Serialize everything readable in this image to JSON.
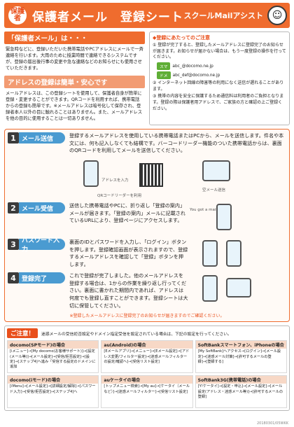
{
  "header": {
    "badge": "保護者",
    "title": "保護者メール　登録シート",
    "brand": "スクールMailアシスト"
  },
  "intro": {
    "heading": "「保護者メール」は・・・",
    "text": "緊急時などに、登録いただいた携帯電話やPCアドレスにメールで一斉連絡を行います。大雨のために授業時間で連絡できるシステムですが、登録の届出後行事の変更や急な連絡などのお知らせにも使用させていただきます。",
    "heading2": "アドレスの登録は簡単・安心です",
    "text2": "メールアドレスは、この登録シートを使用して、保護者自身が簡単に登録・変更することができます。QRコードを利用すれば、携帯電話からの登録も簡単です。※メールアドレスは暗号化して保存され、登録者本人以外の目に触れることはありません。また、メールアドレスを他の目的に使用することは一切ありません。"
  },
  "notice": {
    "heading": "◆登録にあたってのご注意",
    "text": "① 登録が完了すると、登録したメールアドレスに登録完了のお知らせが届きます。お知らせが届かない場合は、もう一度登録の操作を行ってください。",
    "domain1_label": "スマ",
    "domain1": "abc_@docomo.ne.jp",
    "domain2_label": "ドメ",
    "domain2": "abc_def@docomo.ne.jp",
    "text2": "② インターネット回線の障害等の利用になく送信が遅れることがあります。",
    "text3": "③ 携帯の内容を安全に保護するため通信料は利用者のご負担となります。登録の際は保護者用アドレスで、ご家族の方と確認の上ご登録ください。"
  },
  "steps": [
    {
      "num": "1",
      "label": "メール送信",
      "text": "登録するメールアドレスを使用している携帯電話またはPCから、メールを送信します。件名や本文には、何も記入しなくても結構です。バーコードリーダー機能のついた携帯電話からは、裏面のQRコードを利用してメールを送信してください。",
      "cap1": "アドレスを入力",
      "cap2": "QRコードリーダーを利用",
      "cap3": "空メール送信"
    },
    {
      "num": "2",
      "label": "メール受信",
      "text": "送信した携帯電話やPCに、折り返し「登録の案内」メールが届きます。「登録の案内」メールに記載されているURLにより、登録ページにアクセスします。",
      "cap1": "You got a mail"
    },
    {
      "num": "3",
      "label": "パスワード入力",
      "text": "裏面のIDとパスワードを入力し、「ログイン」ボタンを押します。登録確認画面が表示されますので、登録するメールアドレスを確認して「登録」ボタンを押します。"
    },
    {
      "num": "4",
      "label": "登録完了",
      "text": "これで登録が完了しました。他のメールアドレスを登録する場合は、1からの作業を繰り返し行ってください。裏面に書かれた期間内であれば、アドレスは何度でも登録し直すことができます。登録シートは大切に保管してください。"
    }
  ],
  "steps_note": "※登録したメールアドレスに登録完了のお知らせが届きますのでご確認ください。",
  "carriers": {
    "tag": "ご注意！",
    "intro": "迷惑メールの受信拒否設定やドメイン指定受信を設定されている場合は、下記の設定を行ってください。",
    "boxes": [
      {
        "title": "docomo(SPモード)の場合",
        "text": "[iメニュー]→[My docomo(お客様サポート)]→[設定(メール等)]→[メール設定]→[受信/拒否設定]→[設定]→[ステップ4]へ進み「受信する設定のドメインに追加"
      },
      {
        "title": "au(Android)の場合",
        "text": "[Eメールアプリ]→[メニュー]→[Eメール設定]→[アドレス変更/フィルター設定]→[迷惑メールフィルターの設定/確認へ]→[受信リスト設定]"
      },
      {
        "title": "SoftBankスマートフォン、iPhoneの場合",
        "text": "[My SoftBank]へアクセス→[ログイン]→[メール設定]→[迷惑メール対策]→[許可するメールの登録]→[登録する]"
      },
      {
        "title": "docomo(iモード)の場合",
        "text": "[iMenu]→[メール設定]→[詳細設定/解除]→[パスワード入力]→[受信/拒否設定]→[ステップ4]へ"
      },
      {
        "title": "auケータイの場合",
        "text": "[トップメニュー検索]→[My au]→[ケータイ（メールなど）]→[迷惑メールフィルター]→[受信リスト設定]"
      },
      {
        "title": "SoftBank3G(携帯電話)の場合",
        "text": "[Y!ケータイ]→[設定・申込]→[メール設定]→[メール設定(アドレス・迷惑メール等)]→[許可するメールの登録]"
      }
    ]
  },
  "footer": "20180301/05WKK"
}
